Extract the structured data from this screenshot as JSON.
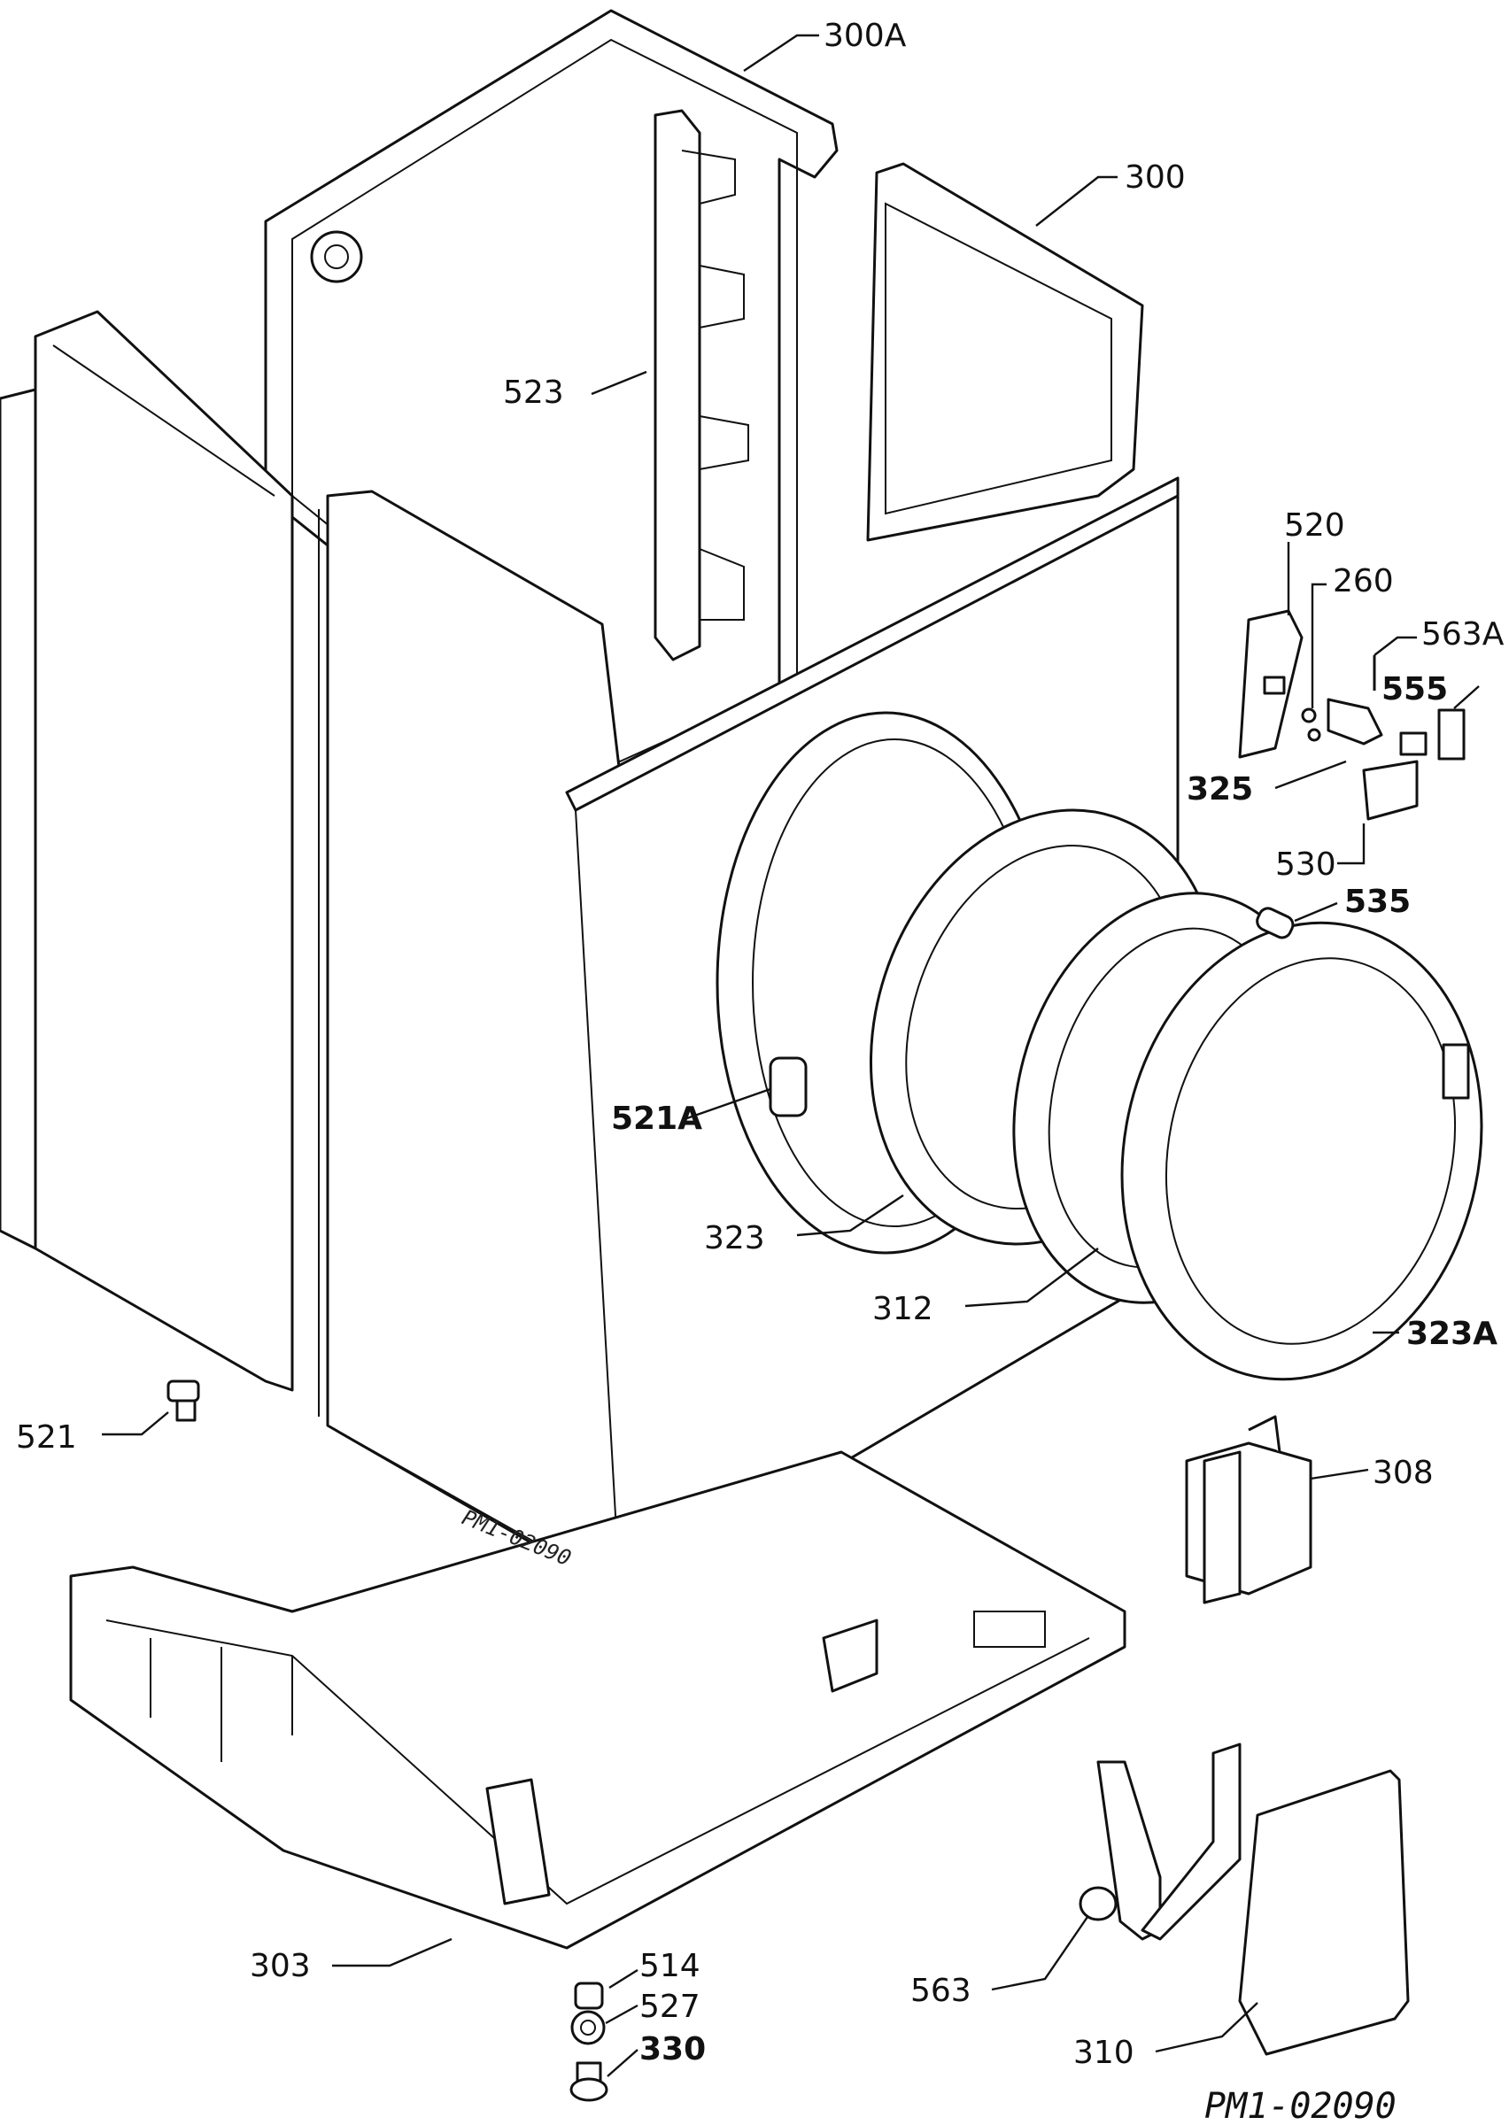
{
  "drawing": {
    "code": "PM1-02090",
    "watermark_code": "PM1-02090"
  },
  "callouts": [
    {
      "key": "c300A",
      "label": "300A"
    },
    {
      "key": "c300",
      "label": "300"
    },
    {
      "key": "c523",
      "label": "523"
    },
    {
      "key": "c520",
      "label": "520"
    },
    {
      "key": "c260",
      "label": "260"
    },
    {
      "key": "c563A",
      "label": "563A"
    },
    {
      "key": "c555",
      "label": "555"
    },
    {
      "key": "c325",
      "label": "325"
    },
    {
      "key": "c530",
      "label": "530"
    },
    {
      "key": "c535",
      "label": "535"
    },
    {
      "key": "c521A",
      "label": "521A"
    },
    {
      "key": "c323",
      "label": "323"
    },
    {
      "key": "c312",
      "label": "312"
    },
    {
      "key": "c323A",
      "label": "323A"
    },
    {
      "key": "c521",
      "label": "521"
    },
    {
      "key": "c308",
      "label": "308"
    },
    {
      "key": "c303",
      "label": "303"
    },
    {
      "key": "c514",
      "label": "514"
    },
    {
      "key": "c527",
      "label": "527"
    },
    {
      "key": "c330",
      "label": "330"
    },
    {
      "key": "c563",
      "label": "563"
    },
    {
      "key": "c310",
      "label": "310"
    }
  ]
}
